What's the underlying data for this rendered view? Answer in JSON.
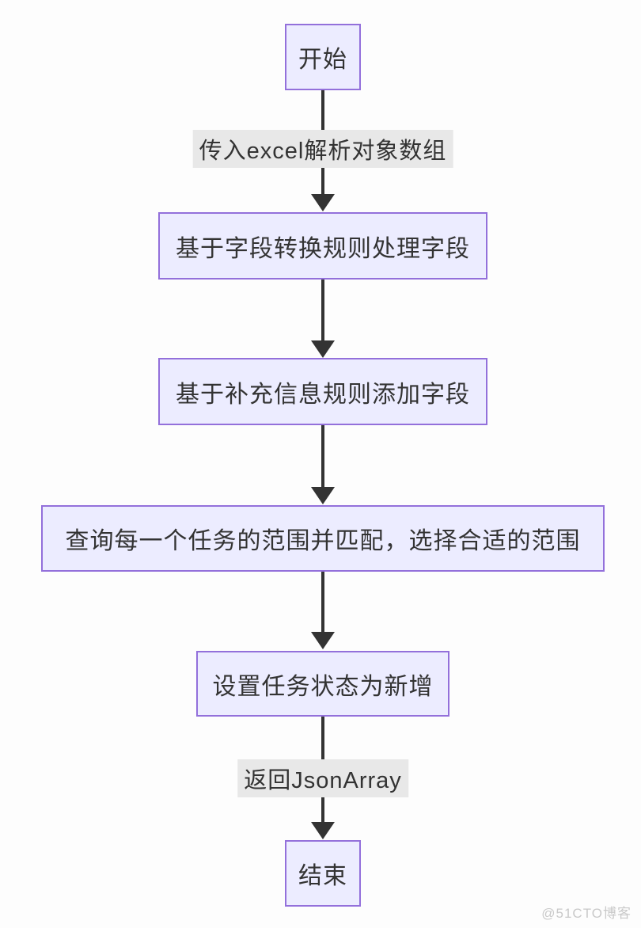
{
  "diagram": {
    "type": "flowchart",
    "direction": "top-to-bottom",
    "nodes": [
      {
        "id": "start",
        "label": "开始"
      },
      {
        "id": "process-fields",
        "label": "基于字段转换规则处理字段"
      },
      {
        "id": "add-fields",
        "label": "基于补充信息规则添加字段"
      },
      {
        "id": "match-range",
        "label": "查询每一个任务的范围并匹配，选择合适的范围"
      },
      {
        "id": "set-status",
        "label": "设置任务状态为新增"
      },
      {
        "id": "end",
        "label": "结束"
      }
    ],
    "edges": [
      {
        "from": "start",
        "to": "process-fields",
        "label": "传入excel解析对象数组"
      },
      {
        "from": "process-fields",
        "to": "add-fields",
        "label": ""
      },
      {
        "from": "add-fields",
        "to": "match-range",
        "label": ""
      },
      {
        "from": "match-range",
        "to": "set-status",
        "label": ""
      },
      {
        "from": "set-status",
        "to": "end",
        "label": "返回JsonArray"
      }
    ],
    "colors": {
      "node_fill": "#ECECFF",
      "node_border": "#9370DB",
      "node_text": "#333333",
      "arrow": "#333333",
      "edge_label_bg": "#e8e8e8",
      "edge_label_text": "#333333",
      "canvas_bg": "#fdfdfd",
      "watermark_text": "#c9c9c9"
    }
  },
  "watermark": {
    "text": "@51CTO博客"
  }
}
